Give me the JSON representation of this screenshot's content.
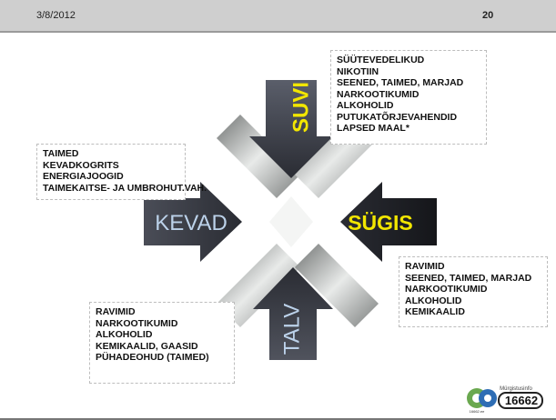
{
  "header": {
    "date": "3/8/2012",
    "page_number": "20"
  },
  "seasons": {
    "summer": "SUVI",
    "spring": "KEVAD",
    "autumn": "SÜGIS",
    "winter": "TALV"
  },
  "boxes": {
    "summer": [
      "SÜÜTEVEDELIKUD",
      "NIKOTIIN",
      "SEENED, TAIMED, MARJAD",
      "NARKOOTIKUMID",
      "ALKOHOLID",
      "PUTUKATÕRJEVAHENDID",
      "LAPSED MAAL*"
    ],
    "spring": [
      "TAIMED",
      "KEVADKOGRITS",
      "ENERGIAJOOGID",
      "TAIMEKAITSE- JA UMBROHUT.VAH."
    ],
    "autumn": [
      "RAVIMID",
      "SEENED, TAIMED, MARJAD",
      "NARKOOTIKUMID",
      "ALKOHOLID",
      "KEMIKAALID"
    ],
    "winter": [
      "RAVIMID",
      "NARKOOTIKUMID",
      "ALKOHOLID",
      "KEMIKAALID, GAASID",
      "PÜHADEOHUD (TAIMED)"
    ]
  },
  "logo": {
    "brand_text": "Mürgistusinfo",
    "number": "16662",
    "url": "16662.ee"
  },
  "colors": {
    "arrow_dark": "#3a3d47",
    "season_yellow": "#f2e600",
    "season_blue": "#bcd2ea",
    "x_grey": "#c9cccb"
  }
}
